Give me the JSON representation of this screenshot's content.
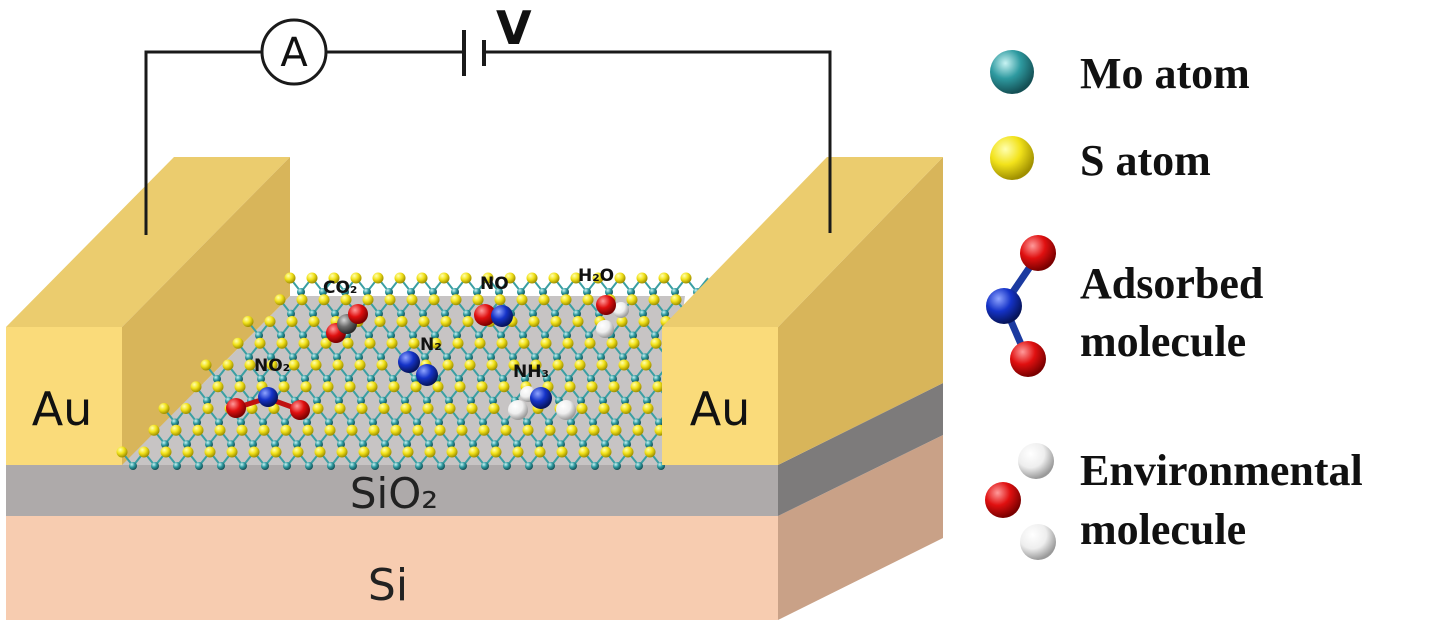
{
  "circuit": {
    "ammeter_symbol": "A",
    "voltage_label": "V"
  },
  "device": {
    "electrode_left": "Au",
    "electrode_right": "Au",
    "oxide_layer": "SiO2",
    "substrate": "Si"
  },
  "molecules": [
    {
      "label": "CO2"
    },
    {
      "label": "NO"
    },
    {
      "label": "H2O"
    },
    {
      "label": "N2"
    },
    {
      "label": "NO2"
    },
    {
      "label": "NH3"
    }
  ],
  "legend": {
    "mo_atom": "Mo atom",
    "s_atom": "S atom",
    "adsorbed_line1": "Adsorbed",
    "adsorbed_line2": "molecule",
    "environmental_line1": "Environmental",
    "environmental_line2": "molecule"
  },
  "colors": {
    "gold_front": "#fadb7a",
    "gold_side": "#d8b55a",
    "gold_top": "#ebcc6e",
    "sio2_front": "#aeaaaa",
    "sio2_side": "#7d7b7b",
    "si_front": "#f7ccb0",
    "si_side": "#c9a187",
    "mo_atom": "#2e9aa0",
    "s_atom": "#f2e21a",
    "oxygen": "#e01010",
    "nitrogen": "#1533c8",
    "carbon": "#6b6b6b",
    "hydrogen": "#eeeeee"
  }
}
